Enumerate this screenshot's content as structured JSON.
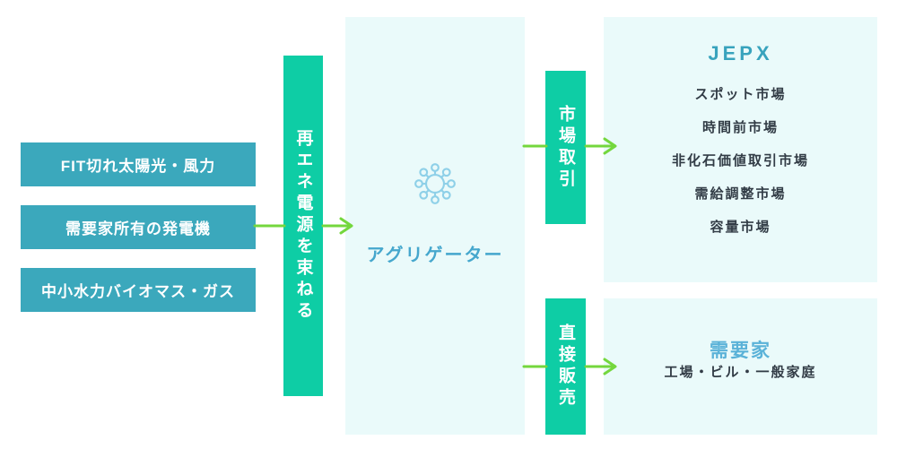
{
  "colors": {
    "teal_box": "#3ba8bc",
    "green_bar": "#0ecda5",
    "arrow": "#74d73d",
    "panel_bg": "#eafafa",
    "jepx_title": "#38a3bd",
    "consumers_title": "#5ab2d8",
    "aggregator_label": "#45a7cd",
    "dark_text": "#323c46",
    "icon": "#8ed0e8",
    "box_text": "#ffffff"
  },
  "sources": {
    "items": [
      {
        "label": "FIT切れ太陽光・風力"
      },
      {
        "label": "需要家所有の発電機"
      },
      {
        "label": "中小水力バイオマス・ガス"
      }
    ]
  },
  "bundle_bar": {
    "label": "再エネ電源を束ねる"
  },
  "aggregator": {
    "label": "アグリゲーター",
    "icon": "hub-network-icon"
  },
  "channels": {
    "market": {
      "label": "市場取引"
    },
    "direct": {
      "label": "直接販売"
    }
  },
  "jepx": {
    "title": "JEPX",
    "markets": [
      "スポット市場",
      "時間前市場",
      "非化石価値取引市場",
      "需給調整市場",
      "容量市場"
    ]
  },
  "consumers": {
    "title": "需要家",
    "subtitle": "工場・ビル・一般家庭"
  }
}
